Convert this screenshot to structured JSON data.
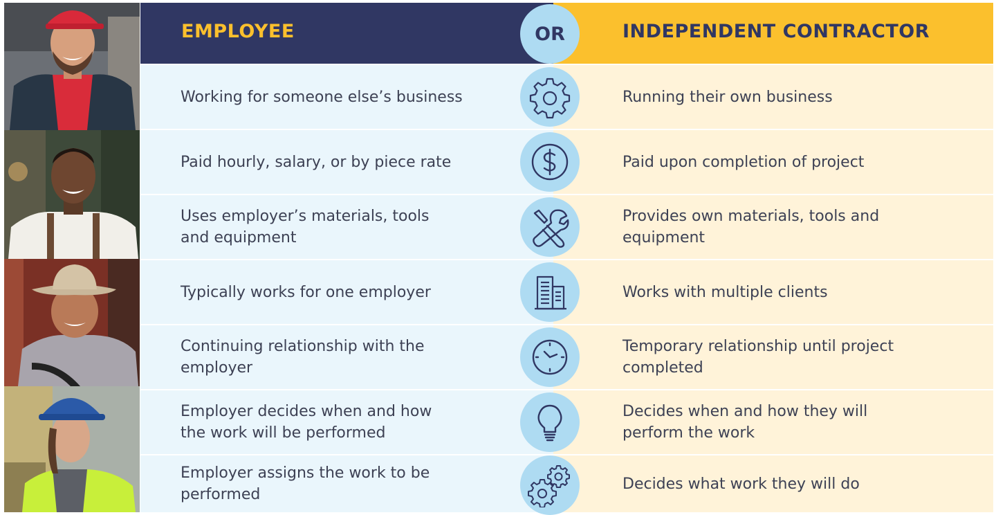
{
  "header": {
    "left_title": "EMPLOYEE",
    "or_label": "OR",
    "right_title": "INDEPENDENT CONTRACTOR"
  },
  "colors": {
    "navy": "#303763",
    "gold": "#FBC02D",
    "light_blue": "#EAF6FC",
    "light_cream": "#FFF3D9",
    "icon_circle": "#AEDBF2"
  },
  "rows": [
    {
      "employee": "Working for someone else’s business",
      "icon": "gear-icon",
      "contractor": "Running their own business"
    },
    {
      "employee": "Paid hourly, salary, or by piece rate",
      "icon": "dollar-icon",
      "contractor": "Paid upon completion of project"
    },
    {
      "employee": "Uses employer’s materials, tools\nand equipment",
      "icon": "tools-icon",
      "contractor": "Provides own materials, tools and\nequipment"
    },
    {
      "employee": "Typically works for one employer",
      "icon": "building-icon",
      "contractor": "Works with multiple clients"
    },
    {
      "employee": "Continuing relationship with the\nemployer",
      "icon": "clock-icon",
      "contractor": "Temporary relationship until project\ncompleted"
    },
    {
      "employee": "Employer decides when and how\nthe work will be performed",
      "icon": "lightbulb-icon",
      "contractor": "Decides when and how they will\nperform the work"
    },
    {
      "employee": "Employer assigns the work to be\nperformed",
      "icon": "gears-icon",
      "contractor": "Decides what work they will do"
    }
  ],
  "photos": [
    {
      "icon": "worker-red-cap-photo"
    },
    {
      "icon": "worker-apron-photo"
    },
    {
      "icon": "worker-cowboy-hat-photo"
    },
    {
      "icon": "worker-hard-hat-photo"
    }
  ]
}
